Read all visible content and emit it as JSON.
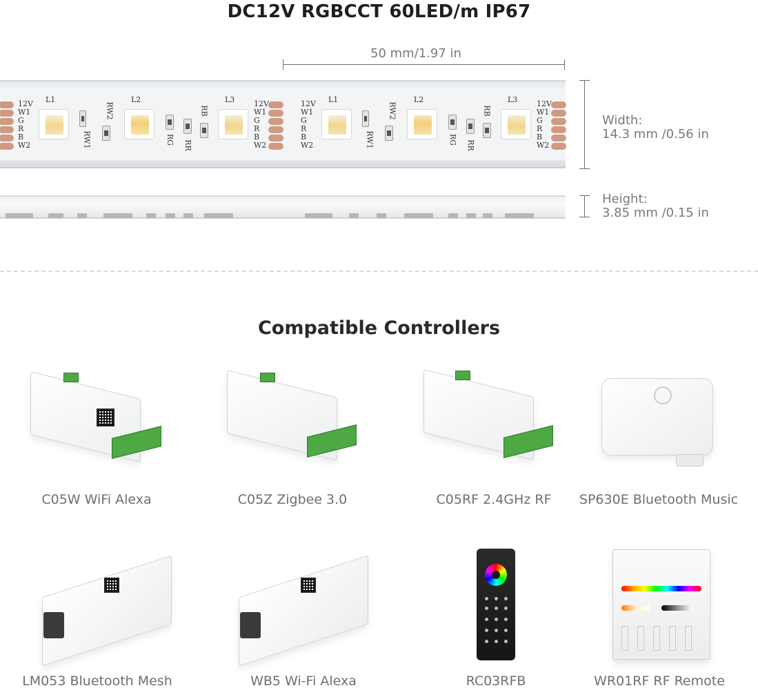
{
  "title": "DC12V RGBCCT 60LED/m IP67",
  "dimensions": {
    "length": "50 mm/1.97 in",
    "width_label": "Width:",
    "width_value": "14.3 mm /0.56 in",
    "height_label": "Height:",
    "height_value": "3.85 mm /0.15 in"
  },
  "strip_labels": {
    "pins": [
      "12V",
      "W1",
      "G",
      "R",
      "B",
      "W2"
    ],
    "leds": [
      "L1",
      "L2",
      "L3"
    ],
    "resistors": [
      "RW1",
      "RW2",
      "RG",
      "RR",
      "RB"
    ]
  },
  "section_title": "Compatible Controllers",
  "controllers": [
    {
      "name": "C05W WiFi Alexa",
      "icon": "wifi-controller-icon"
    },
    {
      "name": "C05Z Zigbee 3.0",
      "icon": "zigbee-controller-icon"
    },
    {
      "name": "C05RF 2.4GHz RF",
      "icon": "rf-controller-icon"
    },
    {
      "name": "SP630E Bluetooth Music",
      "icon": "bluetooth-music-controller-icon"
    },
    {
      "name": "LM053 Bluetooth Mesh",
      "icon": "bluetooth-mesh-controller-icon"
    },
    {
      "name": "WB5 Wi-Fi Alexa",
      "icon": "wifi-alexa-controller-icon"
    },
    {
      "name": "RC03RFB",
      "icon": "remote-control-icon"
    },
    {
      "name": "WR01RF RF Remote",
      "icon": "wall-panel-remote-icon"
    }
  ]
}
